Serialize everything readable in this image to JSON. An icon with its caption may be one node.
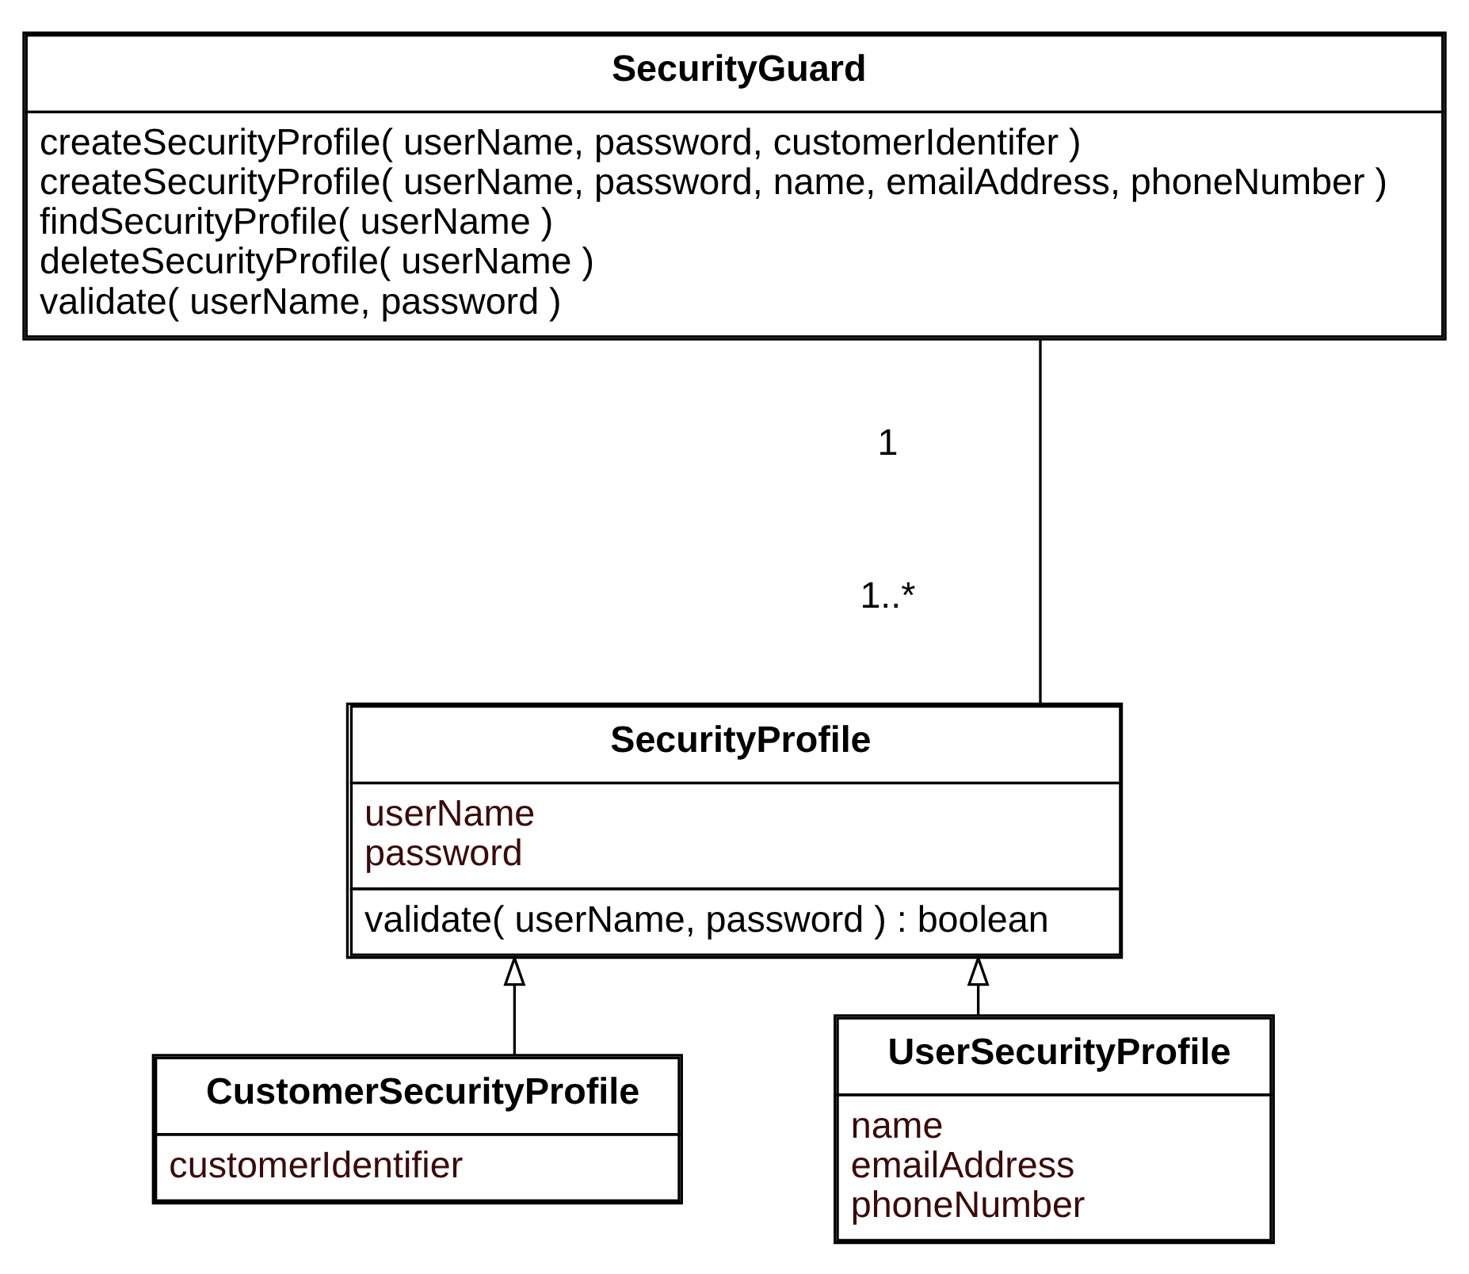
{
  "diagram": {
    "nodes": [
      {
        "text": [
          "SecurityGuard",
          "createSecurityProfile( userName, password, customerIdentifer )",
          "createSecurityProfile( userName, password, name, emailAddress, phoneNumber )",
          "findSecurityProfile( userName )",
          "deleteSecurityProfile( userName )",
          "validate( userName, password )"
        ]
      },
      {
        "text": [
          "SecurityProfile",
          "userName",
          "password",
          "validate( userName, password ) : boolean"
        ]
      },
      {
        "text": [
          "CustomerSecurityProfile",
          "customerIdentifier"
        ]
      },
      {
        "text": [
          "UserSecurityProfile",
          "name",
          "emailAddress",
          "phoneNumber"
        ]
      }
    ],
    "edges": [
      {
        "from": 0,
        "to": 1,
        "arrow": "none"
      },
      {
        "from": 2,
        "to": 1,
        "arrow": "to"
      },
      {
        "from": 3,
        "to": 1,
        "arrow": "to"
      }
    ],
    "labels": [
      "1",
      "1..*"
    ]
  }
}
